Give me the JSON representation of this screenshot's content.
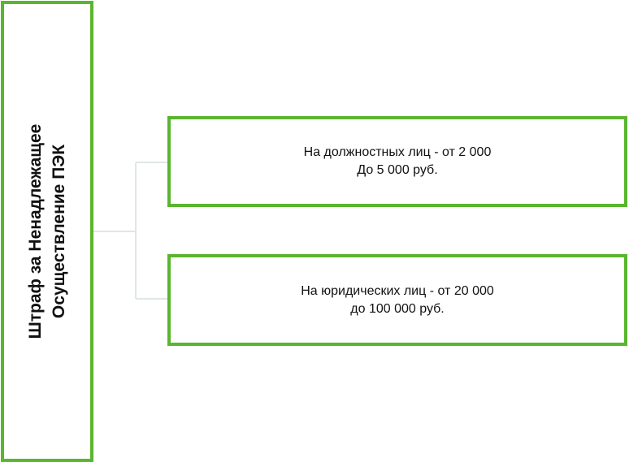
{
  "root": {
    "title_line1": "Штраф за Ненадлежащее",
    "title_line2": "Осуществление ПЭК"
  },
  "branches": [
    {
      "line1": "На должностных лиц - от 2 000",
      "line2": "До 5 000 руб."
    },
    {
      "line1": "На юридических лиц - от 20 000",
      "line2": "до 100 000 руб."
    }
  ],
  "colors": {
    "border": "#5ab52f",
    "connector": "#dfe7e4",
    "text": "#111111"
  }
}
